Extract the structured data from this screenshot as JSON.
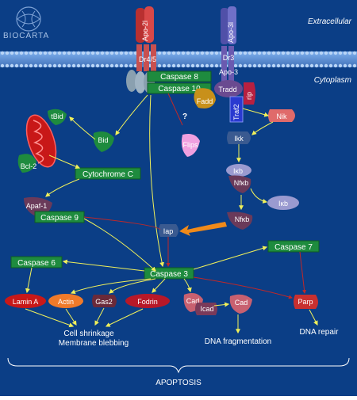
{
  "header": {
    "brand": "BIOCARTA",
    "extracellular": "Extracellular",
    "cytoplasm": "Cytoplasm"
  },
  "labels": {
    "apo2l": "Apo-2l",
    "apo3l": "Apo-3l",
    "dr45": "Dr4/5",
    "dr3": "Dr3",
    "apo3": "Apo-3",
    "caspase8": "Caspase 8",
    "caspase10": "Caspase 10",
    "tradd": "Tradd",
    "fadd": "Fadd",
    "traf2": "Traf2",
    "rip": "rip",
    "nik": "Nik",
    "ikk": "Ikk",
    "ikb1": "Iκb",
    "nfkb1": "Nfκb",
    "ikb2": "Iκb",
    "nfkb2": "Nfκb",
    "question": "?",
    "flips": "Flips",
    "tbid": "tBid",
    "bid": "Bid",
    "bcl2": "Bcl-2",
    "cytochrome_c": "Cytochrome C",
    "apaf1": "Apaf-1",
    "caspase9": "Caspase 9",
    "iap": "Iap",
    "caspase6": "Caspase 6",
    "caspase7": "Caspase 7",
    "caspase3": "Caspase 3",
    "lamin_a": "Lamin A",
    "actin": "Actin",
    "gas2": "Gas2",
    "fodrin": "Fodrin",
    "cad1": "Cad",
    "icad": "Icad",
    "cad2": "Cad",
    "parp": "Parp",
    "cell_shrinkage": "Cell shrinkage",
    "membrane_blebbing": "Membrane blebbing",
    "dna_fragmentation": "DNA fragmentation",
    "dna_repair": "DNA repair",
    "apoptosis": "APOPTOSIS"
  },
  "colors": {
    "background": "#0b3e86",
    "membrane": "#5c8fd3",
    "caspase_green": "#1e8b3e",
    "arrow_yellow": "#f0f05a",
    "inhibit_red": "#c02828",
    "iap_orange": "#f08a1a",
    "brand_blue": "#a9c3e6"
  }
}
